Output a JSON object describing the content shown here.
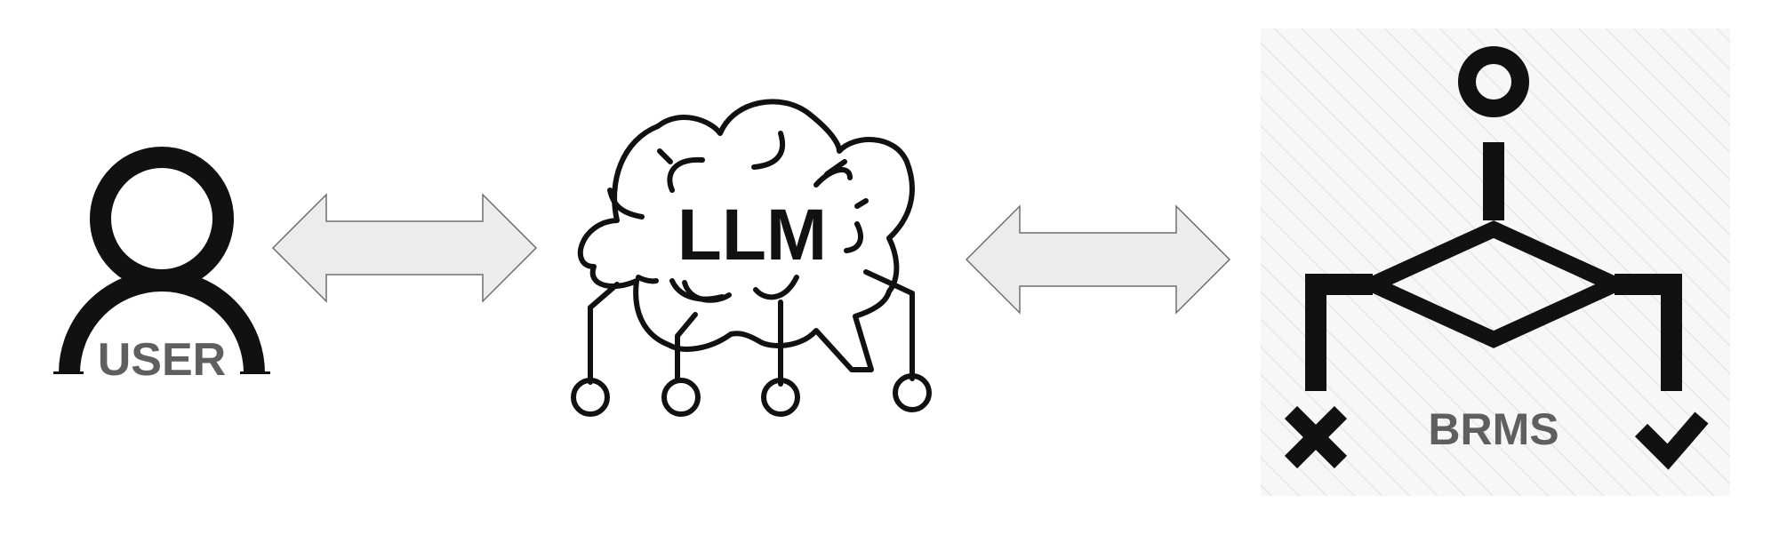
{
  "nodes": {
    "user": {
      "label": "USER",
      "icon": "user-icon"
    },
    "llm": {
      "label": "LLM",
      "icon": "brain-circuit-icon"
    },
    "brms": {
      "label": "BRMS",
      "icon": "decision-flow-icon"
    }
  },
  "connectors": [
    {
      "from": "user",
      "to": "llm",
      "style": "double-arrow"
    },
    {
      "from": "llm",
      "to": "brms",
      "style": "double-arrow"
    }
  ],
  "colors": {
    "stroke": "#111111",
    "label_gray": "#5f5f5f",
    "arrow_fill": "#ececec",
    "arrow_stroke": "#6e6e6e",
    "panel_bg": "#f7f7f7",
    "panel_hatch": "#e6e6e6"
  }
}
